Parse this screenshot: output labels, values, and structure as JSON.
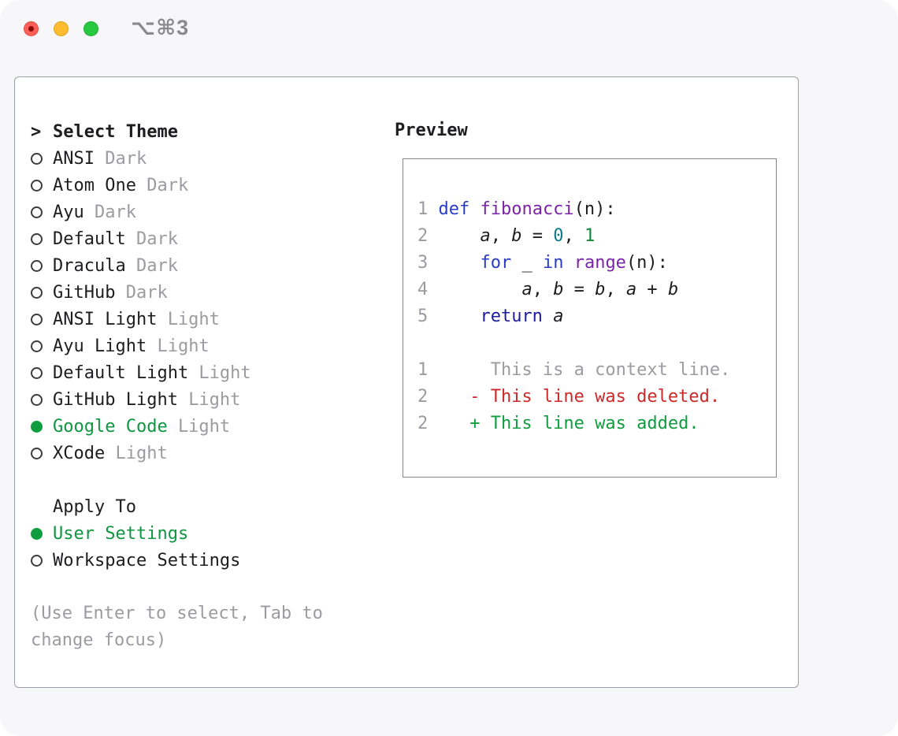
{
  "titlebar": {
    "shortcut": "⌥⌘3"
  },
  "theme_picker": {
    "cursor": ">",
    "title": "Select Theme",
    "items": [
      {
        "name": "ANSI",
        "variant": "Dark",
        "selected": false
      },
      {
        "name": "Atom One",
        "variant": "Dark",
        "selected": false
      },
      {
        "name": "Ayu",
        "variant": "Dark",
        "selected": false
      },
      {
        "name": "Default",
        "variant": "Dark",
        "selected": false
      },
      {
        "name": "Dracula",
        "variant": "Dark",
        "selected": false
      },
      {
        "name": "GitHub",
        "variant": "Dark",
        "selected": false
      },
      {
        "name": "ANSI Light",
        "variant": "Light",
        "selected": false
      },
      {
        "name": "Ayu Light",
        "variant": "Light",
        "selected": false
      },
      {
        "name": "Default Light",
        "variant": "Light",
        "selected": false
      },
      {
        "name": "GitHub Light",
        "variant": "Light",
        "selected": false
      },
      {
        "name": "Google Code",
        "variant": "Light",
        "selected": true
      },
      {
        "name": "XCode",
        "variant": "Light",
        "selected": false
      }
    ],
    "apply_to": {
      "title": "Apply To",
      "options": [
        {
          "label": "User Settings",
          "selected": true
        },
        {
          "label": "Workspace Settings",
          "selected": false
        }
      ]
    },
    "hint": "(Use Enter to select, Tab to change focus)"
  },
  "preview": {
    "title": "Preview",
    "lines": [
      {
        "no": "1",
        "tokens": [
          [
            "def",
            "kw"
          ],
          [
            " ",
            "pl"
          ],
          [
            "fibonacci",
            "fn"
          ],
          [
            "(n):",
            "pl"
          ]
        ]
      },
      {
        "no": "2",
        "tokens": [
          [
            "    ",
            "pl"
          ],
          [
            "a",
            "var"
          ],
          [
            ", ",
            "pl"
          ],
          [
            "b",
            "var"
          ],
          [
            " = ",
            "pl"
          ],
          [
            "0",
            "num1"
          ],
          [
            ", ",
            "pl"
          ],
          [
            "1",
            "num2"
          ]
        ]
      },
      {
        "no": "3",
        "tokens": [
          [
            "    ",
            "pl"
          ],
          [
            "for",
            "kw"
          ],
          [
            " _ ",
            "pl"
          ],
          [
            "in",
            "kw"
          ],
          [
            " ",
            "pl"
          ],
          [
            "range",
            "fn"
          ],
          [
            "(n):",
            "pl"
          ]
        ]
      },
      {
        "no": "4",
        "tokens": [
          [
            "        ",
            "pl"
          ],
          [
            "a",
            "var"
          ],
          [
            ", ",
            "pl"
          ],
          [
            "b",
            "var"
          ],
          [
            " = ",
            "pl"
          ],
          [
            "b",
            "var"
          ],
          [
            ", ",
            "pl"
          ],
          [
            "a",
            "var"
          ],
          [
            " + ",
            "pl"
          ],
          [
            "b",
            "var"
          ]
        ]
      },
      {
        "no": "5",
        "tokens": [
          [
            "    ",
            "pl"
          ],
          [
            "return",
            "kw2"
          ],
          [
            " ",
            "pl"
          ],
          [
            "a",
            "var"
          ]
        ]
      },
      {
        "no": "",
        "tokens": []
      },
      {
        "no": "1",
        "tokens": [
          [
            "     This is a context line.",
            "ctx"
          ]
        ]
      },
      {
        "no": "2",
        "tokens": [
          [
            "   - This line was deleted.",
            "del"
          ]
        ]
      },
      {
        "no": "2",
        "tokens": [
          [
            "   + This line was added.",
            "add"
          ]
        ]
      }
    ]
  },
  "colors": {
    "selection_green": "#0e9640",
    "added_green": "#0f9d3f",
    "deleted_red": "#cb2a2a",
    "muted_gray": "#9b9ba1",
    "keyword_blue": "#2a3cc7",
    "return_navy": "#1d1d9e",
    "function_purple": "#7b24a8",
    "number_teal": "#0b7a8c",
    "number_green": "#0e8a35",
    "traffic_red": "#ff5f57",
    "traffic_yellow": "#febc2e",
    "traffic_green": "#28c840"
  }
}
